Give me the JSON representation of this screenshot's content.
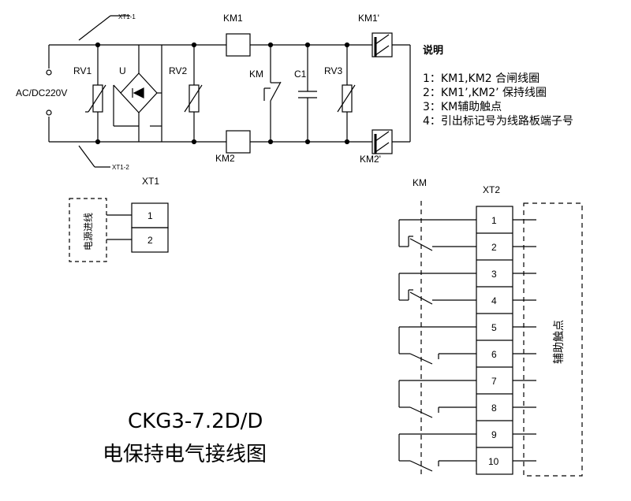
{
  "circuit": {
    "supply": "AC/DC220V",
    "xt1_1": "XT1-1",
    "xt1_2": "XT1-2",
    "rv1": "RV1",
    "u": "U",
    "rv2": "RV2",
    "km1": "KM1",
    "km2": "KM2",
    "km": "KM",
    "c1": "C1",
    "rv3": "RV3",
    "km1p": "KM1'",
    "km2p": "KM2'"
  },
  "notes": {
    "heading": "说明",
    "items": [
      "1：KM1,KM2 合闸线圈",
      "2：KM1’,KM2’ 保持线圈",
      "3：KM辅助触点",
      "4：引出标记号为线路板端子号"
    ]
  },
  "xt1": {
    "label": "XT1",
    "group_label": "电源进线",
    "terminals": [
      "1",
      "2"
    ]
  },
  "xt2": {
    "km_label": "KM",
    "label": "XT2",
    "group_label": "辅助触点",
    "terminals": [
      "1",
      "2",
      "3",
      "4",
      "5",
      "6",
      "7",
      "8",
      "9",
      "10"
    ]
  },
  "title": {
    "model": "CKG3-7.2D/D",
    "name": "电保持电气接线图"
  }
}
